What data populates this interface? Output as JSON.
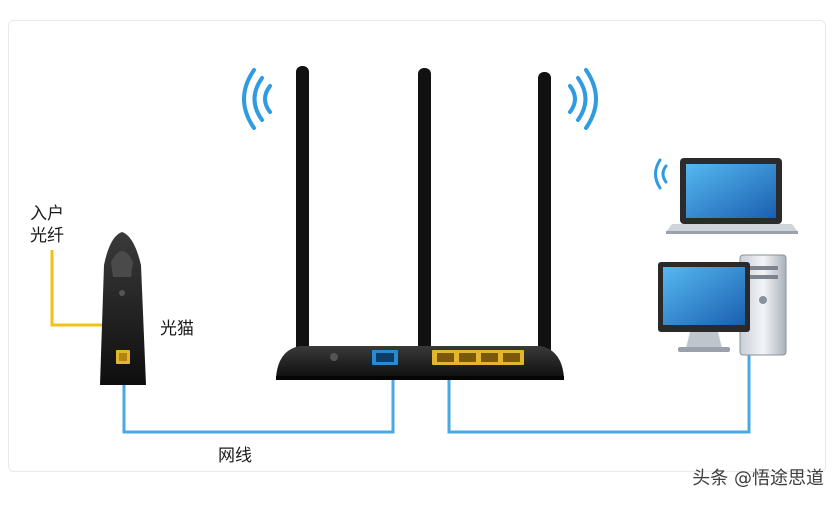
{
  "labels": {
    "fiber_line1": "入户",
    "fiber_line2": "光纤",
    "modem": "光猫",
    "cable": "网线"
  },
  "watermark": "头条 @悟途思道",
  "colors": {
    "fiber": "#f2c21b",
    "cable": "#4aa8e6",
    "wifi": "#2f9be0",
    "device": "#1b1b1b",
    "port": "#e2b62e"
  },
  "icons": [
    "wifi-icon",
    "laptop-icon",
    "desktop-computer-icon",
    "router-icon",
    "optical-modem-icon"
  ]
}
